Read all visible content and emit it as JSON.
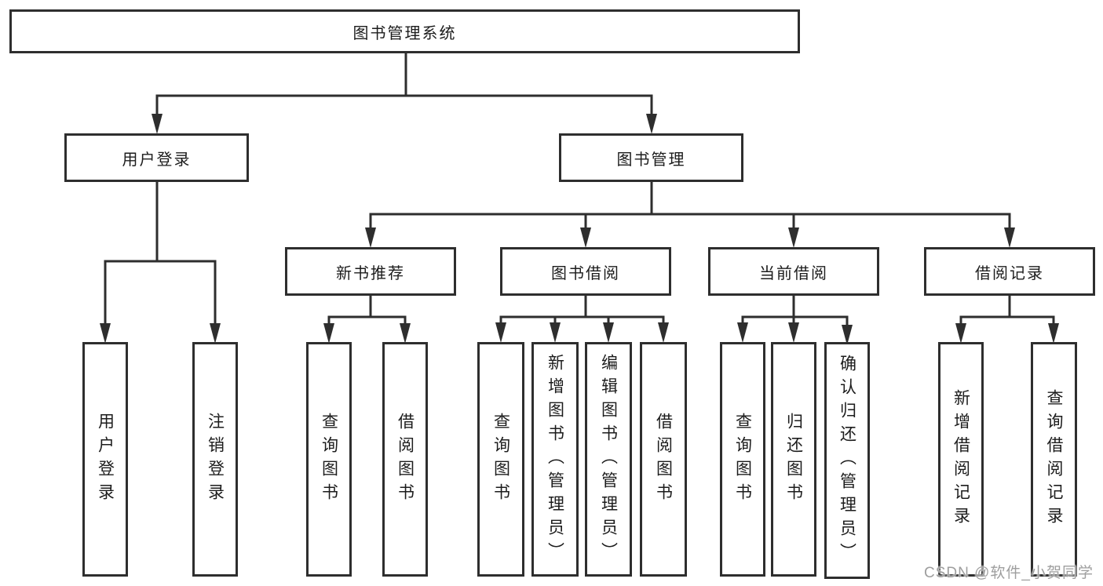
{
  "diagram": {
    "root": {
      "label": "图书管理系统"
    },
    "branches": [
      {
        "label": "用户登录",
        "children": [
          {
            "label": "用户登录"
          },
          {
            "label": "注销登录"
          }
        ]
      },
      {
        "label": "图书管理",
        "children": [
          {
            "label": "新书推荐",
            "children": [
              {
                "label": "查询图书"
              },
              {
                "label": "借阅图书"
              }
            ]
          },
          {
            "label": "图书借阅",
            "children": [
              {
                "label": "查询图书"
              },
              {
                "label": "新增图书（管理员）"
              },
              {
                "label": "编辑图书（管理员）"
              },
              {
                "label": "借阅图书"
              }
            ]
          },
          {
            "label": "当前借阅",
            "children": [
              {
                "label": "查询图书"
              },
              {
                "label": "归还图书"
              },
              {
                "label": "确认归还（管理员）"
              }
            ]
          },
          {
            "label": "借阅记录",
            "children": [
              {
                "label": "新增借阅记录"
              },
              {
                "label": "查询借阅记录"
              }
            ]
          }
        ]
      }
    ]
  },
  "watermark": {
    "text": "CSDN @软件_小贺同学"
  },
  "colors": {
    "line": "#2e2e2e",
    "text": "#1c1c1c",
    "watermark": "#9e9e9e",
    "background": "#ffffff"
  }
}
